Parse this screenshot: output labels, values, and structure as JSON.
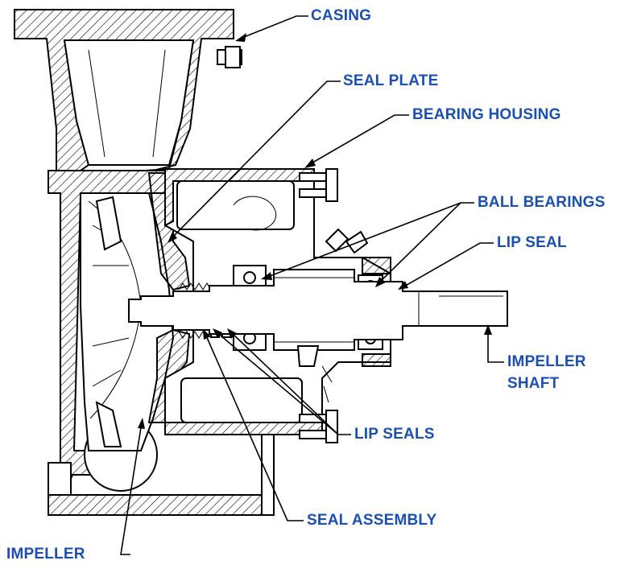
{
  "labels": {
    "casing": "CASING",
    "seal_plate": "SEAL PLATE",
    "bearing_housing": "BEARING HOUSING",
    "ball_bearings": "BALL BEARINGS",
    "lip_seal": "LIP SEAL",
    "impeller_shaft_line1": "IMPELLER",
    "impeller_shaft_line2": "SHAFT",
    "lip_seals": "LIP SEALS",
    "seal_assembly": "SEAL ASSEMBLY",
    "impeller": "IMPELLER"
  },
  "colors": {
    "label": "#1a4fb4",
    "line": "#000000",
    "background": "#ffffff"
  }
}
